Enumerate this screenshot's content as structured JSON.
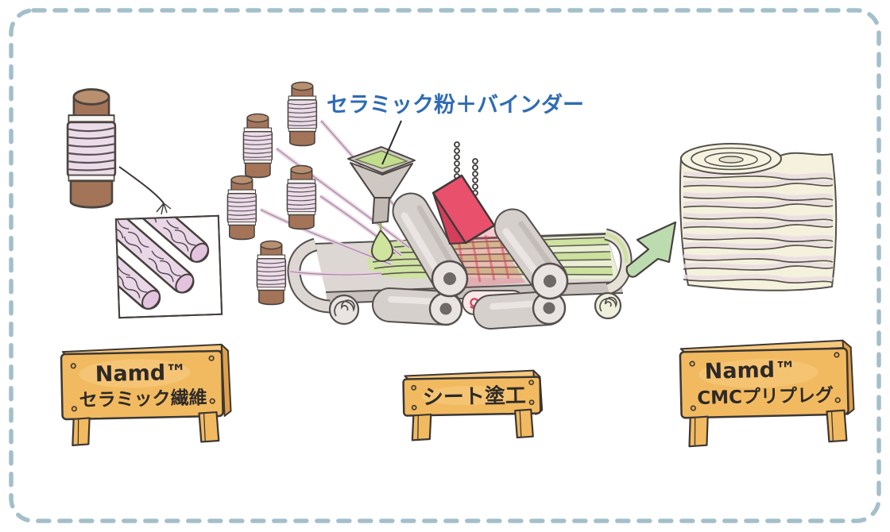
{
  "scene": {
    "background": "#ffffff",
    "border_color": "#a4bfca"
  },
  "labels": {
    "slurry": "セラミック粉＋バインダー"
  },
  "signs": {
    "fiber": {
      "line1": "Namd™",
      "line2": "セラミック繊維"
    },
    "coating": {
      "line1": "シート塗工"
    },
    "prepreg": {
      "line1": "Namd™",
      "line2": "CMCプリプレグ"
    }
  },
  "icons": {
    "flow_arrow": "up-right-arrow"
  },
  "colors": {
    "label_blue": "#2f6cb3",
    "wood": "#f2ba60",
    "lamp_red": "#e8506b",
    "slurry_green": "#cde3a0",
    "thread_pink": "#ecdcea",
    "machine_gray": "#ddd7d3",
    "arrow_green": "#bcdcb0",
    "cap_brown": "#a87a62",
    "coil_red": "#d23f58",
    "ink": "#2e2a27"
  }
}
